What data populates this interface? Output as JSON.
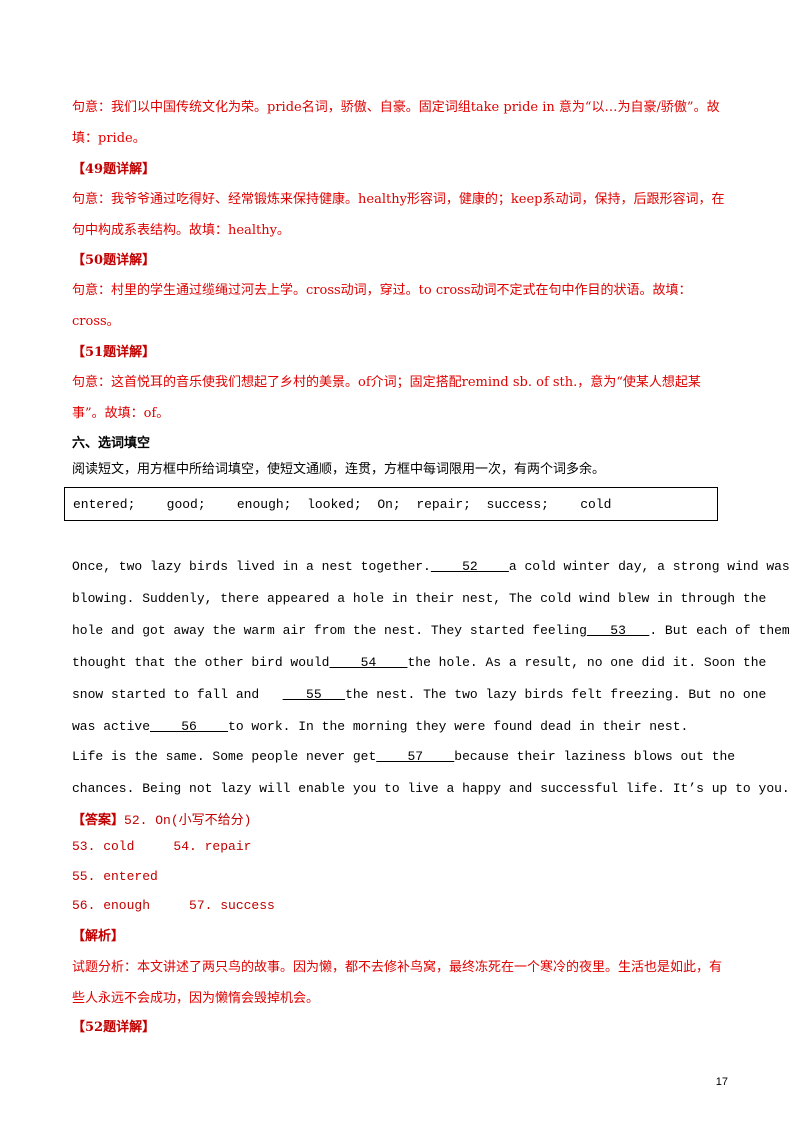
{
  "sections": {
    "p48_meaning": "句意：我们以中国传统文化为荣。pride名词，骄傲、自豪。固定词组take pride in 意为“以…为自豪/骄傲”。故填：pride。",
    "h49": "【49题详解】",
    "p49": "句意：我爷爷通过吃得好、经常锻炼来保持健康。healthy形容词，健康的；keep系动词，保持，后跟形容词，在句中构成系表结构。故填：healthy。",
    "h50": "【50题详解】",
    "p50": "句意：村里的学生通过缆绳过河去上学。cross动词，穿过。to cross动词不定式在句中作目的状语。故填：cross。",
    "h51": "【51题详解】",
    "p51": "句意：这首悦耳的音乐使我们想起了乡村的美景。of介词；固定搭配remind sb. of sth.，意为“使某人想起某事”。故填：of。",
    "section6_title": "六、选词填空",
    "section6_instr": "阅读短文，用方框中所给词填空，使短文通顺，连贯，方框中每词限用一次，有两个词多余。"
  },
  "word_box": [
    "entered;",
    "good;",
    "enough;",
    "looked;",
    "On;",
    "repair;",
    "success;",
    "cold"
  ],
  "passage": {
    "l1a": "Once, two lazy birds lived in a nest together.",
    "b52": "    52    ",
    "l1b": "a cold winter day, a strong wind was",
    "l2": "blowing. Suddenly, there appeared a hole in their nest, The cold wind blew in through the",
    "l3a": "hole and got away the warm air from the nest. They started feeling",
    "b53": "   53   ",
    "l3b": ". But each of them",
    "l4a": "thought that the other bird would",
    "b54": "    54    ",
    "l4b": "the hole. As a result, no one did it. Soon the",
    "l5a": "snow started to fall and   ",
    "b55": "   55   ",
    "l5b": "the nest. The two lazy birds felt freezing. But no one",
    "l6a": "was active",
    "b56": "    56    ",
    "l6b": "to work. In the morning they were found dead in their nest.",
    "l7a": "Life is the same. Some people never get",
    "b57": "    57    ",
    "l7b": "because their laziness blows out the",
    "l8": "chances. Being not lazy will enable you to live a happy and successful life. It’s up to you."
  },
  "answers": {
    "label": "【答案】",
    "a52": "52. On(小写不给分)",
    "a53_54": "53. cold     54. repair",
    "a55": "55. entered",
    "a56_57": "56. enough     57. success"
  },
  "analysis": {
    "label": "【解析】",
    "text": "试题分析：本文讲述了两只鸟的故事。因为懒，都不去修补鸟窝，最终冻死在一个寒冷的夜里。生活也是如此，有些人永远不会成功，因为懒惰会毁掉机会。",
    "h52": "【52题详解】"
  },
  "page_number": "17"
}
